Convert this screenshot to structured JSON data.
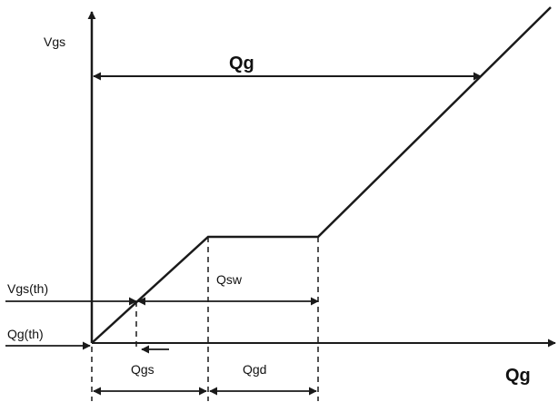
{
  "labels": {
    "y_axis": "Vgs",
    "x_axis": "Qg",
    "total_charge": "Qg",
    "vgs_th": "Vgs(th)",
    "qg_th": "Qg(th)",
    "qsw": "Qsw",
    "qgs": "Qgs",
    "qgd": "Qgd"
  },
  "colors": {
    "line": "#1a1a1a",
    "background": "#ffffff"
  }
}
